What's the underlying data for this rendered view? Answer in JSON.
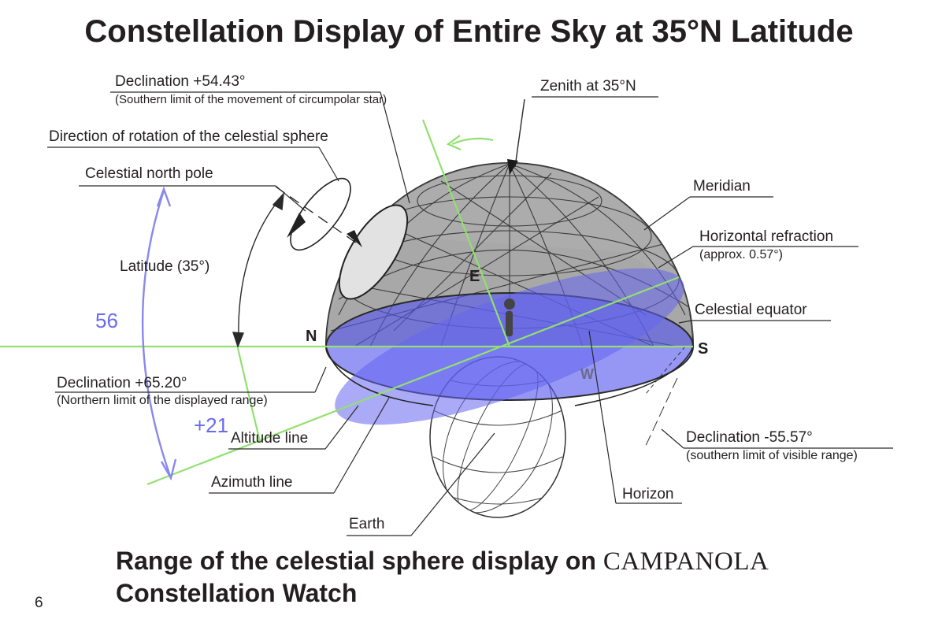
{
  "title": "Constellation Display of Entire Sky at 35°N Latitude",
  "labels": {
    "decl_54": "Declination +54.43°",
    "decl_54_note": "(Southern limit of the movement of circumpolar star)",
    "rotation": "Direction of rotation of the celestial sphere",
    "north_pole": "Celestial north pole",
    "latitude": "Latitude (35°)",
    "decl_65": "Declination +65.20°",
    "decl_65_note": "(Northern limit of the displayed range)",
    "altitude_line": "Altitude line",
    "azimuth_line": "Azimuth line",
    "earth": "Earth",
    "zenith": "Zenith at 35°N",
    "meridian": "Meridian",
    "horizontal_refraction": "Horizontal refraction",
    "horizontal_refraction_note": "(approx. 0.57°)",
    "celestial_equator": "Celestial equator",
    "decl_neg55": "Declination -55.57°",
    "decl_neg55_note": "(southern limit of visible range)",
    "horizon": "Horizon"
  },
  "directions": {
    "n": "N",
    "s": "S",
    "e": "E",
    "w": "W"
  },
  "annotations": {
    "fifty_six": "56",
    "plus_21": "+21"
  },
  "footer": {
    "line1_text": "Range of the celestial sphere display on",
    "brand": "CAMPANOLA",
    "line2": "Constellation Watch"
  },
  "page_number": "6",
  "colors": {
    "text": "#231f20",
    "dome_fill": "#a8a8a8",
    "equator_plane": "#5555ee",
    "ecliptic_line": "#90e070",
    "annotation": "#6a6af0"
  }
}
